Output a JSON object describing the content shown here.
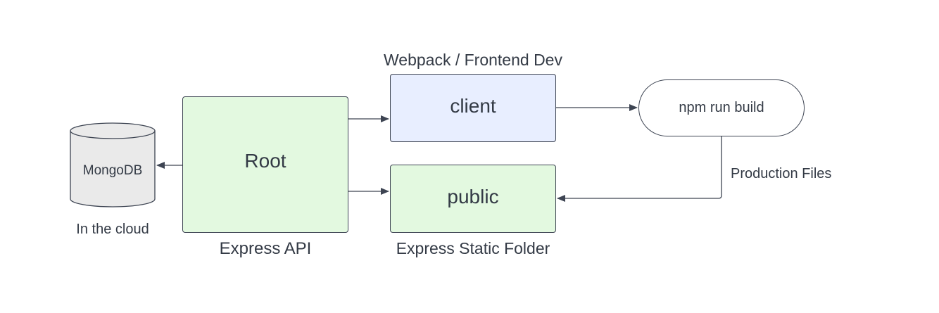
{
  "colors": {
    "green_fill": "#e3f9e0",
    "blue_fill": "#e8eeff",
    "db_fill": "#eaeaea",
    "stroke": "#3d4452",
    "text": "#333a45"
  },
  "nodes": {
    "mongodb": {
      "label": "MongoDB",
      "caption": "In the cloud"
    },
    "root": {
      "label": "Root",
      "caption": "Express API"
    },
    "client": {
      "label": "client",
      "caption": "Webpack / Frontend Dev"
    },
    "public": {
      "label": "public",
      "caption": "Express Static Folder"
    },
    "build": {
      "label": "npm run build"
    }
  },
  "edges": {
    "build_to_public": {
      "label": "Production Files"
    }
  }
}
